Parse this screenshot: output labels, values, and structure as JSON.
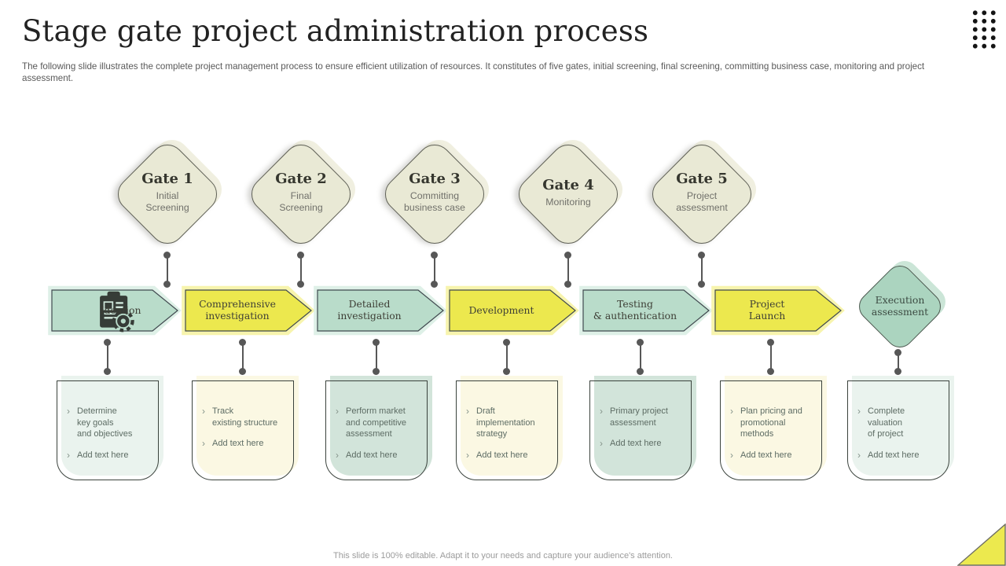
{
  "slide": {
    "title": "Stage gate project administration process",
    "subtitle": "The following slide illustrates the complete project management process to ensure efficient utilization of resources. It constitutes of five gates, initial screening, final screening, committing business case, monitoring and project assessment.",
    "footer": "This slide is 100% editable.  Adapt it to your needs and capture your audience's attention."
  },
  "gates": [
    {
      "title": "Gate 1",
      "subtitle": "Initial\nScreening"
    },
    {
      "title": "Gate 2",
      "subtitle": "Final\nScreening"
    },
    {
      "title": "Gate 3",
      "subtitle": "Committing\nbusiness case"
    },
    {
      "title": "Gate 4",
      "subtitle": "Monitoring"
    },
    {
      "title": "Gate 5",
      "subtitle": "Project\nassessment"
    }
  ],
  "stages": [
    {
      "label": "Ideation",
      "color": "teal",
      "icon": "clipboard-gear-icon"
    },
    {
      "label": "Comprehensive\ninvestigation",
      "color": "yellow"
    },
    {
      "label": "Detailed investigation",
      "color": "teal"
    },
    {
      "label": "Development",
      "color": "yellow"
    },
    {
      "label": "Testing\n& authentication",
      "color": "teal"
    },
    {
      "label": "Project\nLaunch",
      "color": "yellow"
    }
  ],
  "final_node": {
    "label": "Execution\nassessment"
  },
  "boxes": [
    {
      "variant": "mint",
      "items": [
        "Determine\nkey goals\nand objectives",
        "Add text here"
      ]
    },
    {
      "variant": "cream",
      "items": [
        "Track\nexisting structure",
        "Add text here"
      ]
    },
    {
      "variant": "teal",
      "items": [
        "Perform market\nand competitive\nassessment",
        "Add text here"
      ]
    },
    {
      "variant": "cream",
      "items": [
        "Draft\nimplementation\nstrategy",
        "Add text here"
      ]
    },
    {
      "variant": "teal",
      "items": [
        "Primary  project\nassessment",
        "Add text here"
      ]
    },
    {
      "variant": "cream",
      "items": [
        "Plan  pricing and\npromotional\nmethods",
        "Add text here"
      ]
    },
    {
      "variant": "mint",
      "items": [
        "Complete\nvaluation\nof project",
        "Add text here"
      ]
    }
  ],
  "bullet_glyph": "›",
  "colors": {
    "gate_fill": "#e9e9d5",
    "teal_arrow": "#b9dcca",
    "yellow_arrow": "#ece84e",
    "final_diamond": "#abd4bf",
    "mint_box": "#eaf3ee",
    "cream_box": "#fbf8e3",
    "teal_box": "#d2e4da",
    "connector": "#575757",
    "corner_triangle": "#ece94e"
  }
}
